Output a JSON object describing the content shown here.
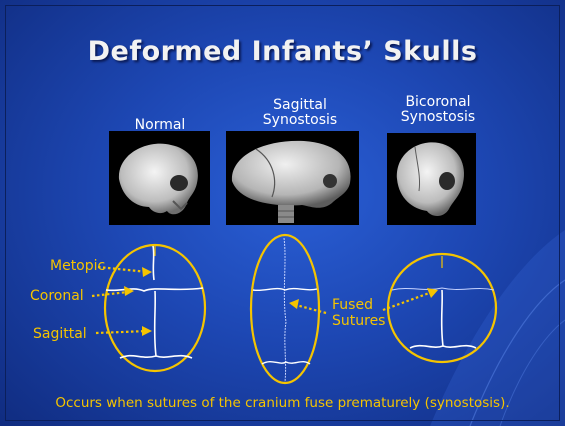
{
  "slide": {
    "title": "Deformed Infants’ Skulls",
    "panels": [
      {
        "label": "Normal"
      },
      {
        "label_line1": "Sagittal",
        "label_line2": "Synostosis"
      },
      {
        "label_line1": "Bicoronal",
        "label_line2": "Synostosis"
      }
    ],
    "annotations": {
      "metopic": "Metopic",
      "coronal": "Coronal",
      "sagittal": "Sagittal",
      "fused_line1": "Fused",
      "fused_line2": "Sutures"
    },
    "caption": "Occurs when sutures of the cranium fuse prematurely (synostosis).",
    "colors": {
      "background": "#1d47b3",
      "accent_yellow": "#f5c400",
      "title_text": "#f2f2f2",
      "label_text": "#ffffff",
      "suture_lines": "#ffffff"
    }
  }
}
